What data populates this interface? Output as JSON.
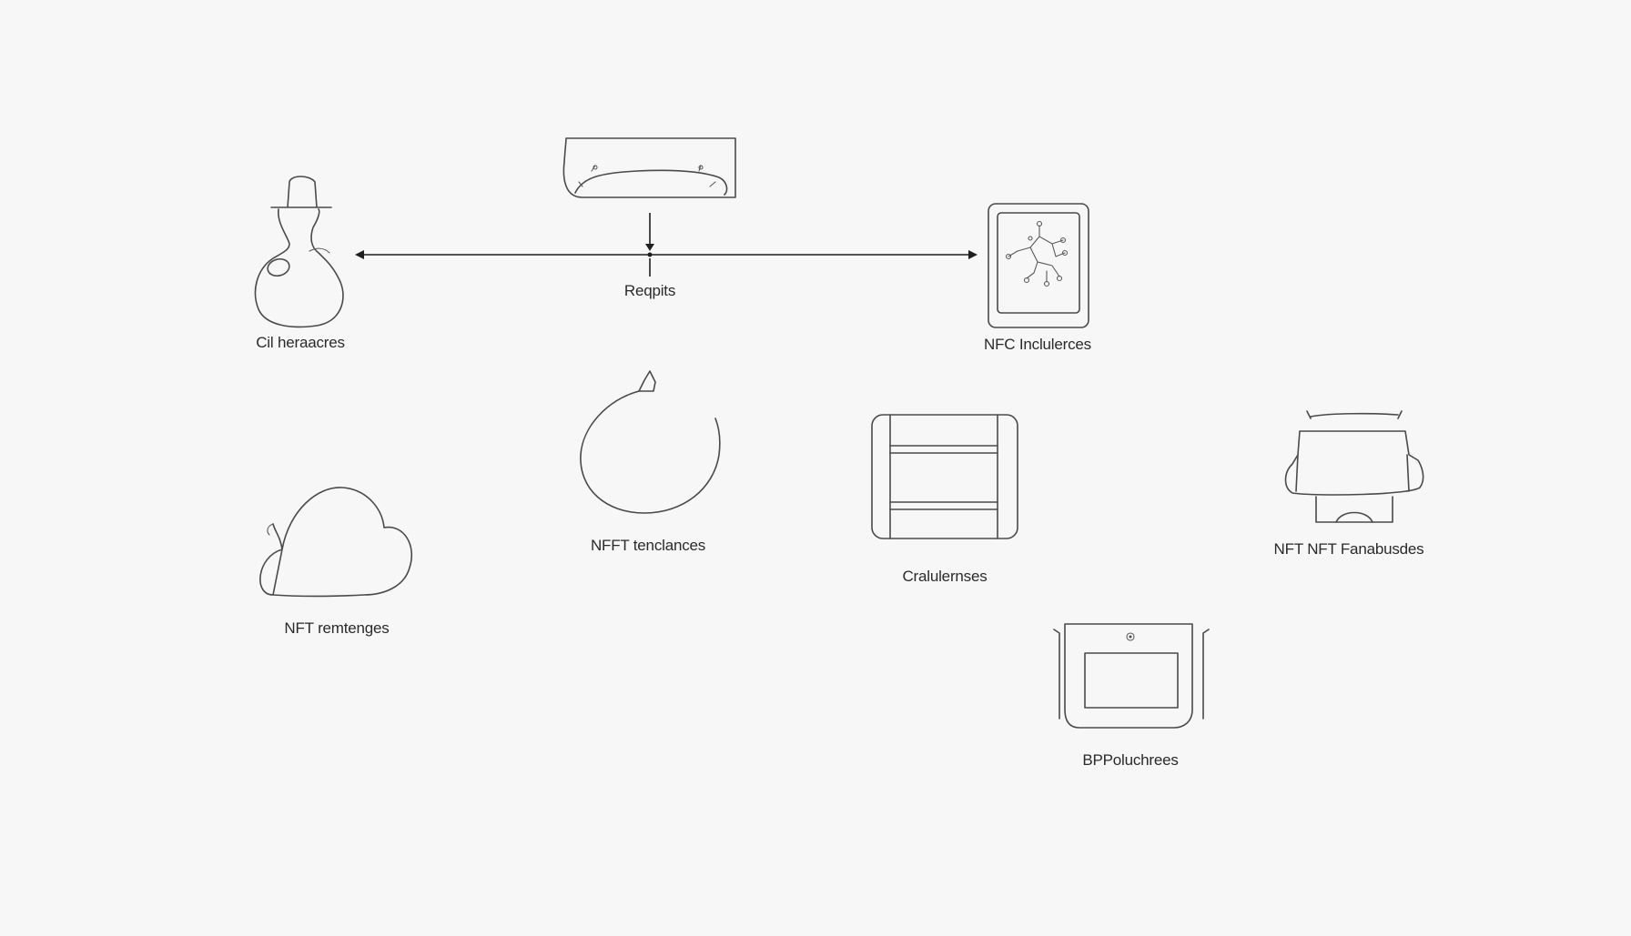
{
  "diagram": {
    "nodes": {
      "top_center": {
        "label": "Reqpits",
        "icon": "tray-icon"
      },
      "left_person": {
        "label": "Cil heraacres",
        "icon": "person-flask-icon"
      },
      "right_tablet": {
        "label": "NFC Inclulerces",
        "icon": "circuit-tablet-icon"
      },
      "center_circle": {
        "label": "NFFT tenclances",
        "icon": "circle-refresh-icon"
      },
      "center_panel": {
        "label": "Cralulernses",
        "icon": "panel-frame-icon"
      },
      "right_table": {
        "label": "NFT NFT Fanabusdes",
        "icon": "table-icon"
      },
      "left_cloud": {
        "label": "NFT remtenges",
        "icon": "cloud-icon"
      },
      "bottom_screen": {
        "label": "BPPoluchrees",
        "icon": "screen-device-icon"
      }
    },
    "edges": [
      {
        "from": "top_center",
        "to": "left_person",
        "style": "arrow"
      },
      {
        "from": "top_center",
        "to": "right_tablet",
        "style": "arrow"
      },
      {
        "from": "top_center",
        "to": "junction",
        "style": "arrow-down"
      }
    ],
    "colors": {
      "background": "#f7f7f7",
      "stroke": "#4a4a4a",
      "arrow": "#1f1f1f",
      "text": "#2a2a2a"
    }
  }
}
